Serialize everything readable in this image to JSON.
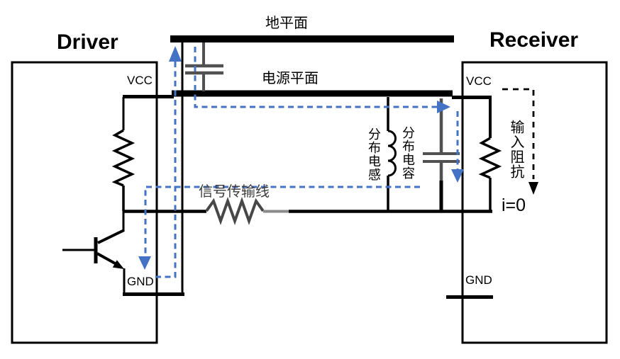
{
  "diagram": {
    "driver": {
      "title": "Driver",
      "vcc": "VCC",
      "gnd": "GND"
    },
    "receiver": {
      "title": "Receiver",
      "vcc": "VCC",
      "gnd": "GND",
      "current": "i=0",
      "input_impedance": "输入阻抗"
    },
    "planes": {
      "ground": "地平面",
      "power": "电源平面"
    },
    "labels": {
      "signal_line": "信号传输线",
      "distributed_inductance": "分布电感",
      "distributed_capacitance": "分布电容"
    }
  },
  "colors": {
    "wire": "#000000",
    "component_gray": "#515151",
    "resistor_gray": "#474747",
    "segment_gray": "#8a8a8a",
    "return_path_blue": "#4472C4",
    "label_gray": "#3d3d3d"
  }
}
